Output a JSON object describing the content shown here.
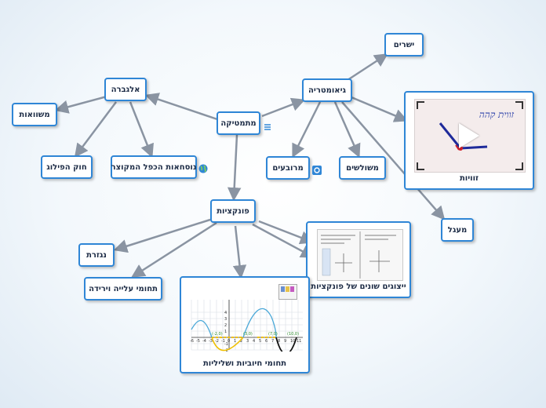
{
  "map": {
    "center": "מתמטיקה",
    "algebra": "אלגברה",
    "equations": "משוואות",
    "distributive": "חוק הפילוג",
    "short_mult": "נוסחאות הכפל המקוצר",
    "geometry": "גיאומטריה",
    "lines": "ישרים",
    "angles": "זוויות",
    "squares": "מרובעים",
    "triangles": "משולשים",
    "circle": "מעגל",
    "functions": "פונקציות",
    "derivative": "נגזרת",
    "inc_dec": "תחומי עלייה וירידה",
    "pos_neg": "תחומי חיוביות ושליליות",
    "representations": "ייצוגים שונים של פונקציות",
    "angles_video_text": "זווית קהה"
  },
  "icons": {
    "notes": "notes-icon",
    "globe": "globe-icon",
    "link": "link-icon",
    "play": "play-icon"
  },
  "colors": {
    "border": "#2f86d6",
    "edge": "#8a94a2",
    "text": "#1b2a44"
  },
  "graph_ticks": {
    "x": [
      "-6",
      "-5",
      "-4",
      "-3",
      "-2",
      "-1",
      "0",
      "1",
      "2",
      "3",
      "4",
      "5",
      "6",
      "7",
      "8",
      "9",
      "10",
      "11"
    ],
    "y": [
      "4",
      "3",
      "2",
      "1",
      "-1",
      "-2"
    ],
    "labels": [
      "(-2,0)",
      "(3,0)",
      "(7,0)",
      "(10,0)"
    ]
  }
}
